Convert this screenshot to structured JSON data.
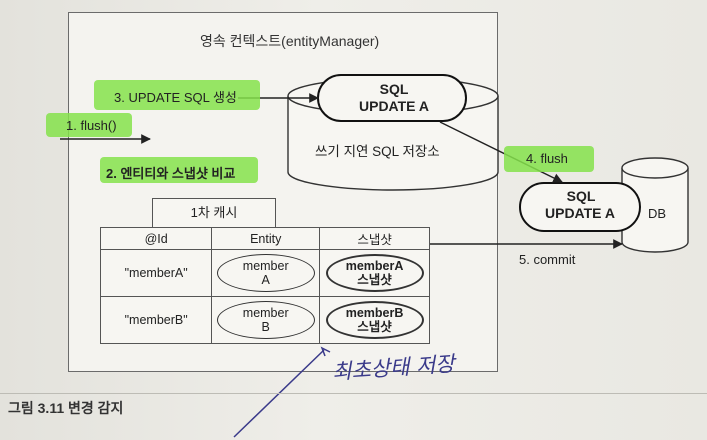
{
  "context": {
    "title": "영속 컨텍스트(entityManager)"
  },
  "steps": {
    "flush": "1. flush()",
    "compare": "2. 엔티티와 스냅샷 비교",
    "update_sql": "3. UPDATE SQL 생성",
    "db_flush": "4. flush",
    "commit": "5. commit"
  },
  "sql_store": {
    "cylinder_line1": "SQL",
    "cylinder_line2": "UPDATE A",
    "label": "쓰기 지연 SQL 저장소"
  },
  "db": {
    "cylinder_line1": "SQL",
    "cylinder_line2": "UPDATE A",
    "label": "DB"
  },
  "cache": {
    "title": "1차 캐시",
    "headers": [
      "@Id",
      "Entity",
      "스냅샷"
    ],
    "rows": [
      {
        "id": "\"memberA\"",
        "entity_line1": "member",
        "entity_line2": "A",
        "snapshot_line1": "memberA",
        "snapshot_line2": "스냅샷"
      },
      {
        "id": "\"memberB\"",
        "entity_line1": "member",
        "entity_line2": "B",
        "snapshot_line1": "memberB",
        "snapshot_line2": "스냅샷"
      }
    ]
  },
  "annotation": "최초상태 저장",
  "caption": "그림 3.11 변경 감지"
}
